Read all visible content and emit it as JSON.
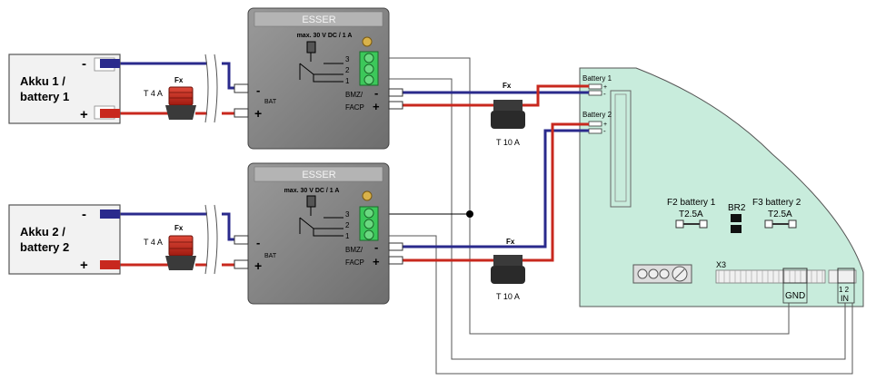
{
  "batteries": [
    {
      "label_line1": "Akku 1 /",
      "label_line2": "battery 1",
      "minus": "-",
      "plus": "+"
    },
    {
      "label_line1": "Akku 2 /",
      "label_line2": "battery 2",
      "minus": "-",
      "plus": "+"
    }
  ],
  "battery_fuses": [
    {
      "name": "Fx",
      "rating": "T 4 A"
    },
    {
      "name": "Fx",
      "rating": "T 4 A"
    }
  ],
  "modules": [
    {
      "brand": "ESSER",
      "rating": "max. 30 V DC / 1 A",
      "terminals": [
        "3",
        "2",
        "1"
      ],
      "bat_label": "BAT",
      "bat_minus": "-",
      "bat_plus": "+",
      "out_label_1": "BMZ/",
      "out_label_2": "FACP",
      "out_minus": "-",
      "out_plus": "+"
    },
    {
      "brand": "ESSER",
      "rating": "max. 30 V DC / 1 A",
      "terminals": [
        "3",
        "2",
        "1"
      ],
      "bat_label": "BAT",
      "bat_minus": "-",
      "bat_plus": "+",
      "out_label_1": "BMZ/",
      "out_label_2": "FACP",
      "out_minus": "-",
      "out_plus": "+"
    }
  ],
  "line_fuses": [
    {
      "name": "Fx",
      "rating": "T 10 A"
    },
    {
      "name": "Fx",
      "rating": "T 10 A"
    }
  ],
  "panel": {
    "battery1": "Battery 1",
    "battery2": "Battery 2",
    "plus": "+",
    "minus": "-",
    "f2_label": "F2 battery 1",
    "f2_rating": "T2.5A",
    "f3_label": "F3 battery 2",
    "f3_rating": "T2.5A",
    "br2": "BR2",
    "x3": "X3",
    "gnd": "GND",
    "in_nums": "1 2",
    "in": "IN"
  },
  "colors": {
    "wire_red": "#c8281e",
    "wire_blue": "#2a2a8c",
    "wire_black": "#000000",
    "wire_gray": "#555555",
    "panel": "#c8ecdc",
    "module": "#8a8a8a",
    "terminal": "#3cc85a"
  }
}
